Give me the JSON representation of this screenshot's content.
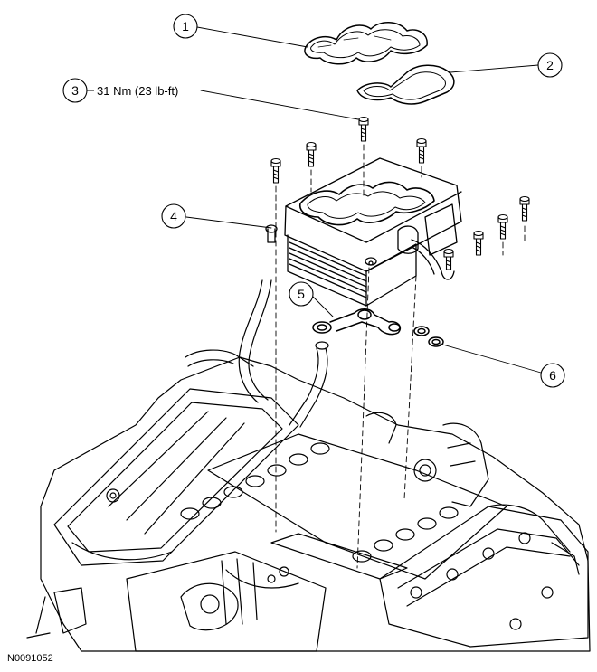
{
  "callouts": [
    {
      "number": "1"
    },
    {
      "number": "2"
    },
    {
      "number": "3",
      "spec": "31 Nm (23 lb-ft)"
    },
    {
      "number": "4"
    },
    {
      "number": "5"
    },
    {
      "number": "6"
    }
  ],
  "figure_id": "N0091052"
}
